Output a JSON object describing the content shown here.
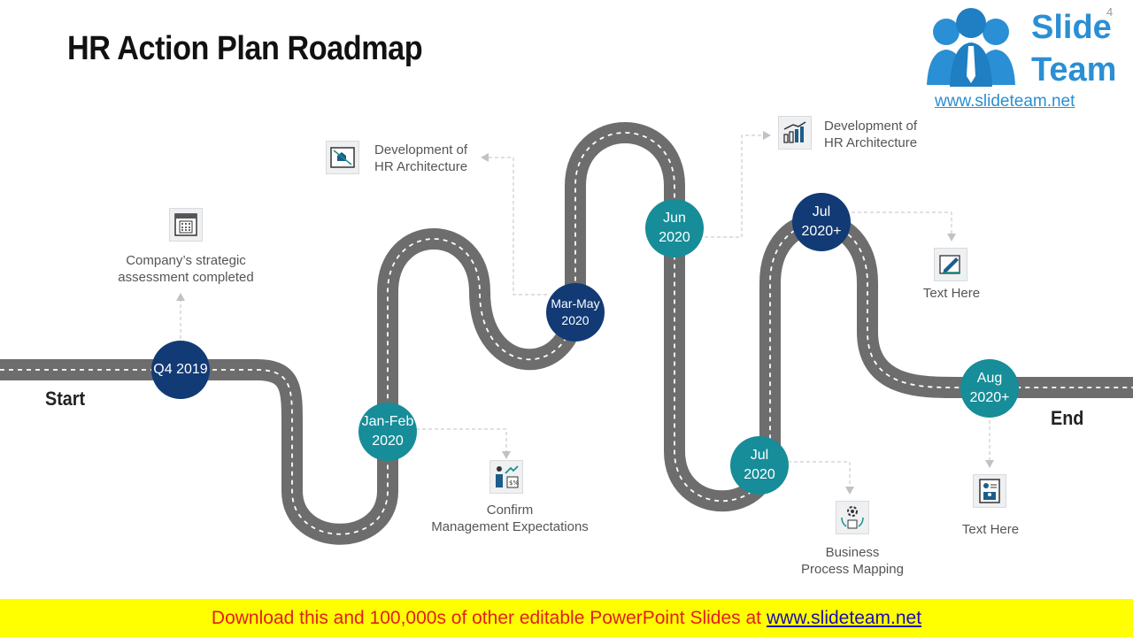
{
  "page": {
    "title": "HR Action Plan Roadmap",
    "page_number": "4"
  },
  "logo": {
    "line1": "Slide",
    "line2": "Team",
    "url": "www.slideteam.net"
  },
  "road": {
    "start_label": "Start",
    "end_label": "End"
  },
  "milestones": [
    {
      "line1": "Q4 2019",
      "line2": ""
    },
    {
      "line1": "Jan-Feb",
      "line2": "2020"
    },
    {
      "line1": "Mar-May",
      "line2": "2020"
    },
    {
      "line1": "Jun",
      "line2": "2020"
    },
    {
      "line1": "Jul",
      "line2": "2020+"
    },
    {
      "line1": "Jul",
      "line2": "2020"
    },
    {
      "line1": "Aug",
      "line2": "2020+"
    }
  ],
  "captions": [
    {
      "line1": "Company’s strategic",
      "line2": "assessment completed",
      "icon": "calculator-icon"
    },
    {
      "line1": "Confirm",
      "line2": "Management Expectations",
      "icon": "growth-chart-person-icon"
    },
    {
      "line1": "Development of",
      "line2": "HR Architecture",
      "icon": "blueprint-icon"
    },
    {
      "line1": "Development of",
      "line2": "HR Architecture",
      "icon": "bar-chart-icon"
    },
    {
      "line1": "Text Here",
      "line2": "",
      "icon": "pen-drawing-icon"
    },
    {
      "line1": "Business",
      "line2": "Process Mapping",
      "icon": "process-gear-icon"
    },
    {
      "line1": "Text Here",
      "line2": "",
      "icon": "id-card-icon"
    }
  ],
  "footer": {
    "text": "Download this and 100,000s of other editable PowerPoint Slides at",
    "link": "www.slideteam.net"
  },
  "colors": {
    "navy": "#123a75",
    "teal": "#168d98",
    "road": "#6d6d6d",
    "footer_bg": "#ffff00",
    "footer_text": "#e0201e"
  }
}
